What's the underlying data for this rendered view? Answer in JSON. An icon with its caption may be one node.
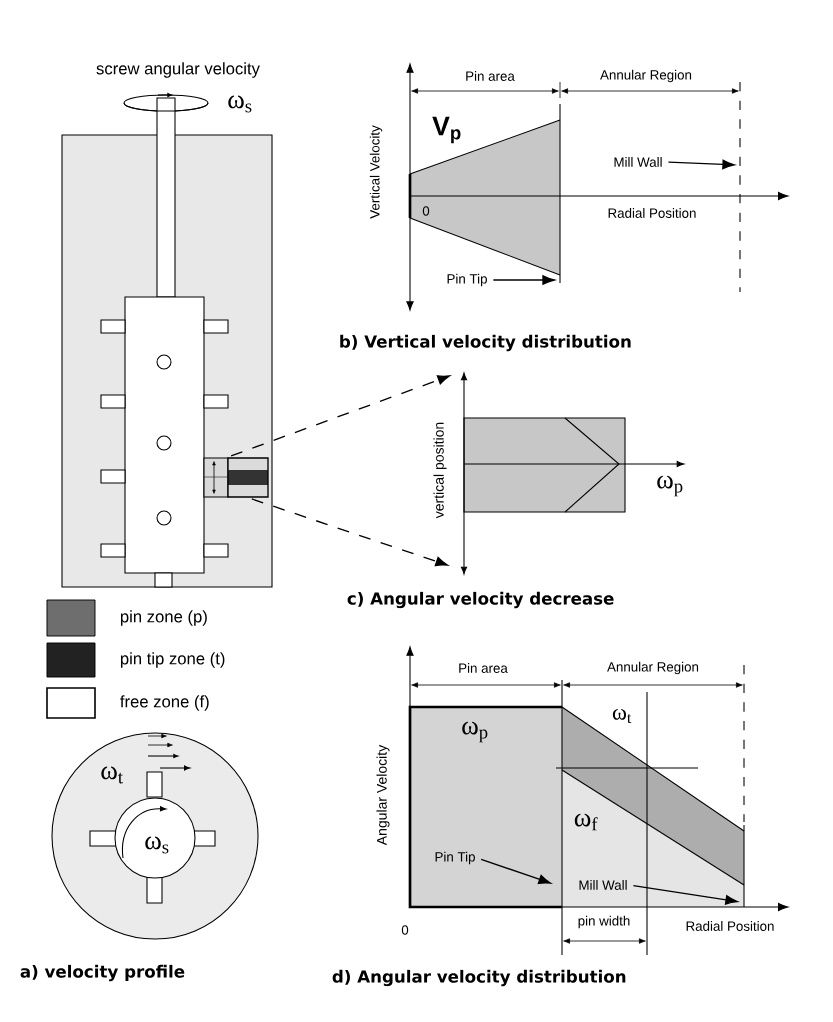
{
  "diagram": {
    "nodes": [
      {
        "text": [
          "Pin Tip"
        ]
      },
      {
        "text": [
          "Mill Wall"
        ]
      },
      {
        "text": [
          "Pin Tip"
        ]
      },
      {
        "text": [
          "Mill Wall"
        ]
      },
      {
        "text": [],
        "shape": "box"
      }
    ],
    "edges": [
      {
        "from": 0,
        "to": null,
        "arrow": "to"
      },
      {
        "from": 1,
        "to": null,
        "arrow": "to"
      },
      {
        "from": 2,
        "to": null,
        "arrow": "to"
      },
      {
        "from": 3,
        "to": null,
        "arrow": "to"
      },
      {
        "from": 4,
        "to": null,
        "arrow": "to",
        "style": "dashed"
      },
      {
        "from": 4,
        "to": null,
        "arrow": "to",
        "style": "dashed"
      }
    ],
    "labels": [
      "screw angular velocity",
      "ω$_{s}$",
      "Pin area",
      "Annular Region",
      "Vertical Velocity",
      "V$_{p}$",
      "0",
      "Radial Position",
      "b) Vertical velocity distribution",
      "vertical position",
      "ω$_{p}$",
      "c) Angular velocity decrease",
      "ω$_{t}$",
      "ω$_{s}$",
      "a) velocity profile",
      "Pin area",
      "Annular Region",
      "Angular Velocity",
      "ω$_{p}$",
      "ω$_{t}$",
      "ω$_{f}$",
      "0",
      "pin width",
      "Radial Position",
      "d) Angular velocity distribution"
    ],
    "legend": [
      {
        "text": "pin zone (p)",
        "color": "#6e6e6e"
      },
      {
        "text": "pin tip zone (t)",
        "color": "#222222"
      },
      {
        "text": "free zone (f)"
      }
    ]
  }
}
